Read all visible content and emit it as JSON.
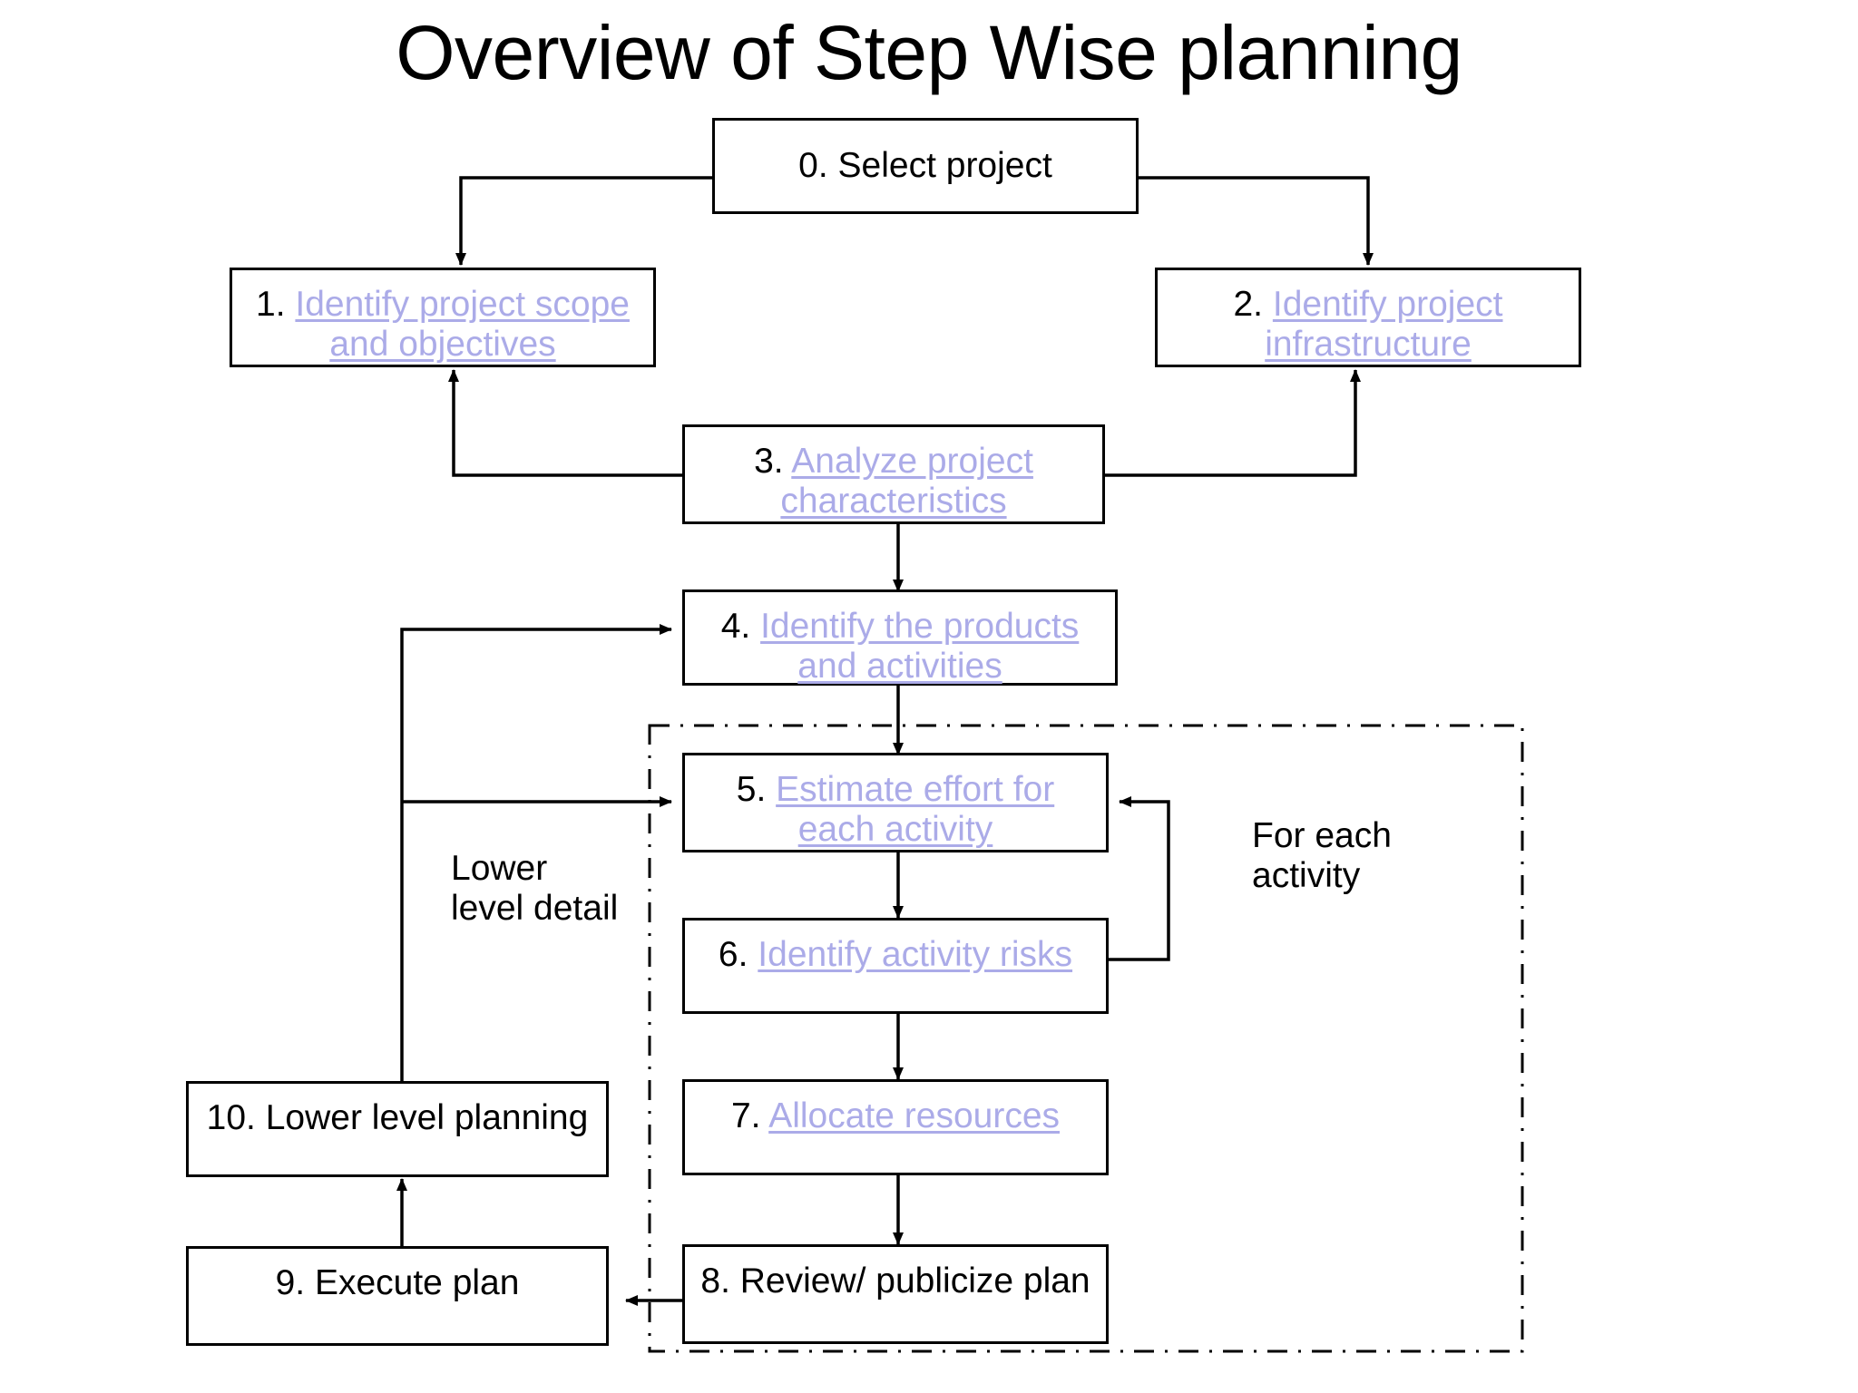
{
  "title": "Overview of Step Wise planning",
  "colors": {
    "link": "#ababe8",
    "stroke": "#000000",
    "background": "#ffffff",
    "text": "#000000"
  },
  "nodes": [
    {
      "id": "step0",
      "num": "0.",
      "link_text": "",
      "plain_text": "Select project",
      "full": "0. Select project"
    },
    {
      "id": "step1",
      "num": "1.",
      "link_text": "Identify project scope and objectives",
      "plain_text": "",
      "full": "1. Identify project scope and objectives"
    },
    {
      "id": "step2",
      "num": "2.",
      "link_text": "Identify project infrastructure",
      "plain_text": "",
      "full": "2. Identify project infrastructure"
    },
    {
      "id": "step3",
      "num": "3.",
      "link_text": "Analyze project characteristics",
      "plain_text": "",
      "full": "3. Analyze project characteristics"
    },
    {
      "id": "step4",
      "num": "4.",
      "link_text": "Identify the products and activities",
      "plain_text": "",
      "full": "4. Identify the products and activities"
    },
    {
      "id": "step5",
      "num": "5.",
      "link_text": "Estimate effort for each activity",
      "plain_text": "",
      "full": "5. Estimate effort for each activity"
    },
    {
      "id": "step6",
      "num": "6.",
      "link_text": "Identify activity risks",
      "plain_text": "",
      "full": "6. Identify activity risks"
    },
    {
      "id": "step7",
      "num": "7.",
      "link_text": "Allocate resources",
      "plain_text": "",
      "full": "7. Allocate resources"
    },
    {
      "id": "step8",
      "num": "8.",
      "link_text": "",
      "plain_text": "Review/ publicize plan",
      "full": "8. Review/ publicize plan"
    },
    {
      "id": "step9",
      "num": "9.",
      "link_text": "",
      "plain_text": "Execute plan",
      "full": "9. Execute plan"
    },
    {
      "id": "step10",
      "num": "10.",
      "link_text": "",
      "plain_text": "Lower level planning",
      "full": "10. Lower level planning"
    }
  ],
  "captions": {
    "lower_level_detail": "Lower\nlevel detail",
    "for_each_activity": "For each\nactivity"
  },
  "group": {
    "label": "for-each-activity-group"
  }
}
